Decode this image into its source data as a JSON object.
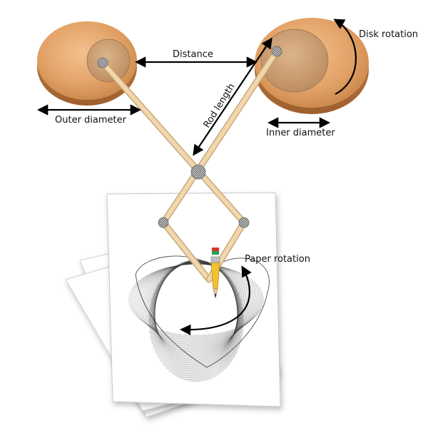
{
  "labels": {
    "distance": "Distance",
    "rod_length": "Rod length",
    "outer_diameter": "Outer diameter",
    "inner_diameter": "Inner diameter",
    "disk_rotation": "Disk rotation",
    "paper_rotation": "Paper rotation"
  },
  "colors": {
    "wood": "#e0a36a",
    "wood_dark": "#b97544",
    "inner_disk": "#cda27a",
    "rod": "#ecd2a6",
    "rod_edge": "#c9a878",
    "joint": "#8a8a8a",
    "pencil": "#f2c230",
    "pattern": "#333333",
    "arrow": "#000000"
  },
  "icons": {
    "joint": "mesh-joint-icon",
    "pencil": "pencil-icon"
  }
}
